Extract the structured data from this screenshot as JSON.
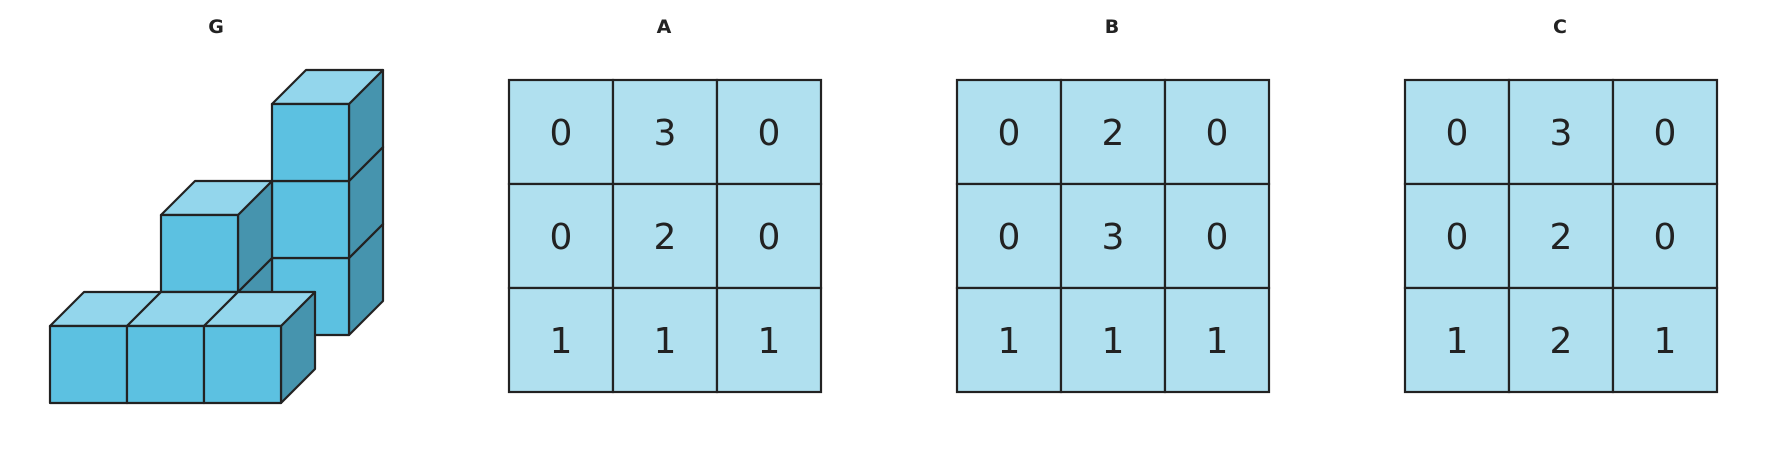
{
  "colors": {
    "cube_top": "#93d6ec",
    "cube_front": "#5cc1e1",
    "cube_side": "#4694ae",
    "grid_cell": "#b0e0ef",
    "stroke": "#222222"
  },
  "figure_g": {
    "label": "G",
    "stacks": [
      {
        "column": 0,
        "row": 0,
        "height": 1
      },
      {
        "column": 1,
        "row": 0,
        "height": 1
      },
      {
        "column": 2,
        "row": 0,
        "height": 1
      },
      {
        "column": 1,
        "row": 1,
        "height": 2
      },
      {
        "column": 2,
        "row": 2,
        "height": 3
      }
    ]
  },
  "options": [
    {
      "label": "A",
      "cells": [
        [
          0,
          3,
          0
        ],
        [
          0,
          2,
          0
        ],
        [
          1,
          1,
          1
        ]
      ]
    },
    {
      "label": "B",
      "cells": [
        [
          0,
          2,
          0
        ],
        [
          0,
          3,
          0
        ],
        [
          1,
          1,
          1
        ]
      ]
    },
    {
      "label": "C",
      "cells": [
        [
          0,
          3,
          0
        ],
        [
          0,
          2,
          0
        ],
        [
          1,
          2,
          1
        ]
      ]
    }
  ]
}
